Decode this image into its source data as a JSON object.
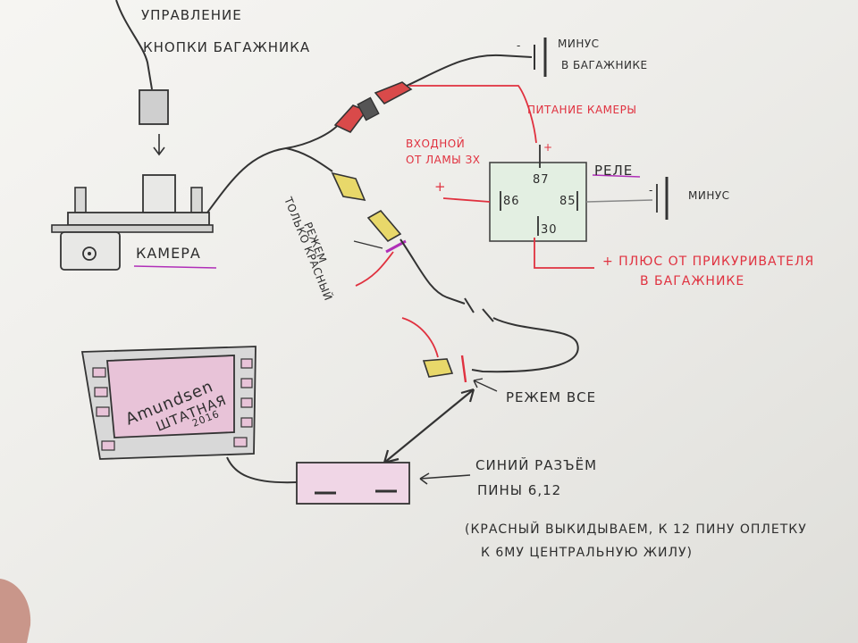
{
  "labels": {
    "trunk_control_1": "УПРАВЛЕНИЕ",
    "trunk_control_2": "КНОПКИ БАГАЖНИКА",
    "minus_trunk_1": "МИНУС",
    "minus_trunk_2": "В БАГАЖНИКЕ",
    "camera_power": "ПИТАНИЕ КАМЕРЫ",
    "input_lamp_1": "ВХОДНОЙ",
    "input_lamp_2": "ОТ ЛАМЫ ЗХ",
    "relay": "РЕЛЕ",
    "minus_relay": "МИНУС",
    "pin_87": "87",
    "pin_86": "86",
    "pin_85": "85",
    "pin_30": "30",
    "plus_sign_top": "+",
    "plus_sign_left": "+",
    "plus_lighter_1": "+ ПЛЮС ОТ ПРИКУРИВАТЕЛЯ",
    "plus_lighter_2": "В БАГАЖНИКЕ",
    "camera": "КАМЕРА",
    "cut_red_1": "РЕЖЕМ",
    "cut_red_2": "ТОЛЬКО КРАСНЫЙ",
    "cut_all": "РЕЖЕМ ВСЕ",
    "blue_connector_1": "СИНИЙ РАЗЪЁМ",
    "blue_connector_2": "ПИНЫ 6,12",
    "note_1": "(КРАСНЫЙ ВЫКИДЫВАЕМ, К 12 ПИНУ ОПЛЕТКУ",
    "note_2": "К 6МУ ЦЕНТРАЛЬНУЮ ЖИЛУ)",
    "headunit_1": "Amundsen",
    "headunit_2": "ШТАТНАЯ",
    "headunit_3": "2016",
    "minus_sign_trunk": "-",
    "minus_sign_relay": "-"
  },
  "colors": {
    "paper": "#f3f2ee",
    "ink": "#333333",
    "red_ink": "#e0313f",
    "relay_fill": "#e3efe2",
    "pink_fill": "#e8c3d8",
    "yellow_plug": "#e8d86a",
    "red_plug": "#d94a4a",
    "underline_purple": "#b02fb8"
  }
}
